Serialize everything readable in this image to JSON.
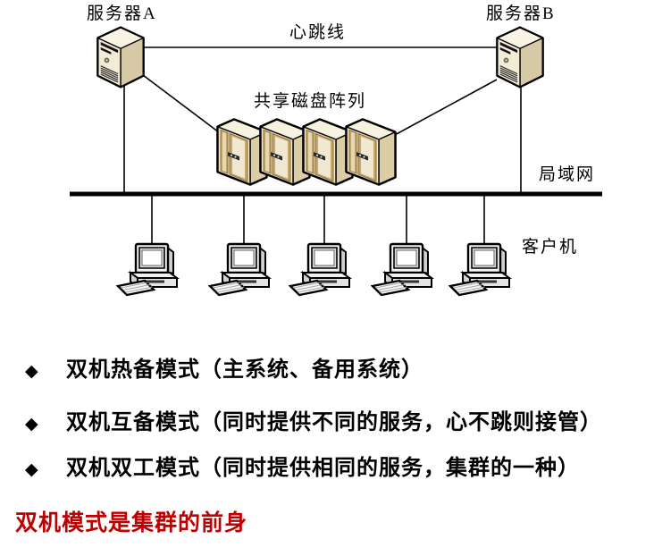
{
  "diagram": {
    "labels": {
      "server_a": "服务器A",
      "server_b": "服务器B",
      "heartbeat": "心跳线",
      "shared_disk_array": "共享磁盘阵列",
      "lan": "局域网",
      "client": "客户机"
    },
    "icons": {
      "server_count": 2,
      "disk_unit_count": 4,
      "client_count": 5
    },
    "colors": {
      "machine_front": "#efe6cc",
      "machine_side": "#d8c9a4",
      "machine_top": "#f7f1e0",
      "door_tan": "#c7a66c",
      "line": "#000000"
    }
  },
  "bullets": [
    {
      "marker": "◆",
      "text": "双机热备模式（主系统、备用系统）"
    },
    {
      "marker": "◆",
      "text": "双机互备模式（同时提供不同的服务，心不跳则接管）"
    },
    {
      "marker": "◆",
      "text": "双机双工模式（同时提供相同的服务，集群的一种）"
    }
  ],
  "footnote": {
    "text": "双机模式是集群的前身",
    "color": "#c00000"
  }
}
